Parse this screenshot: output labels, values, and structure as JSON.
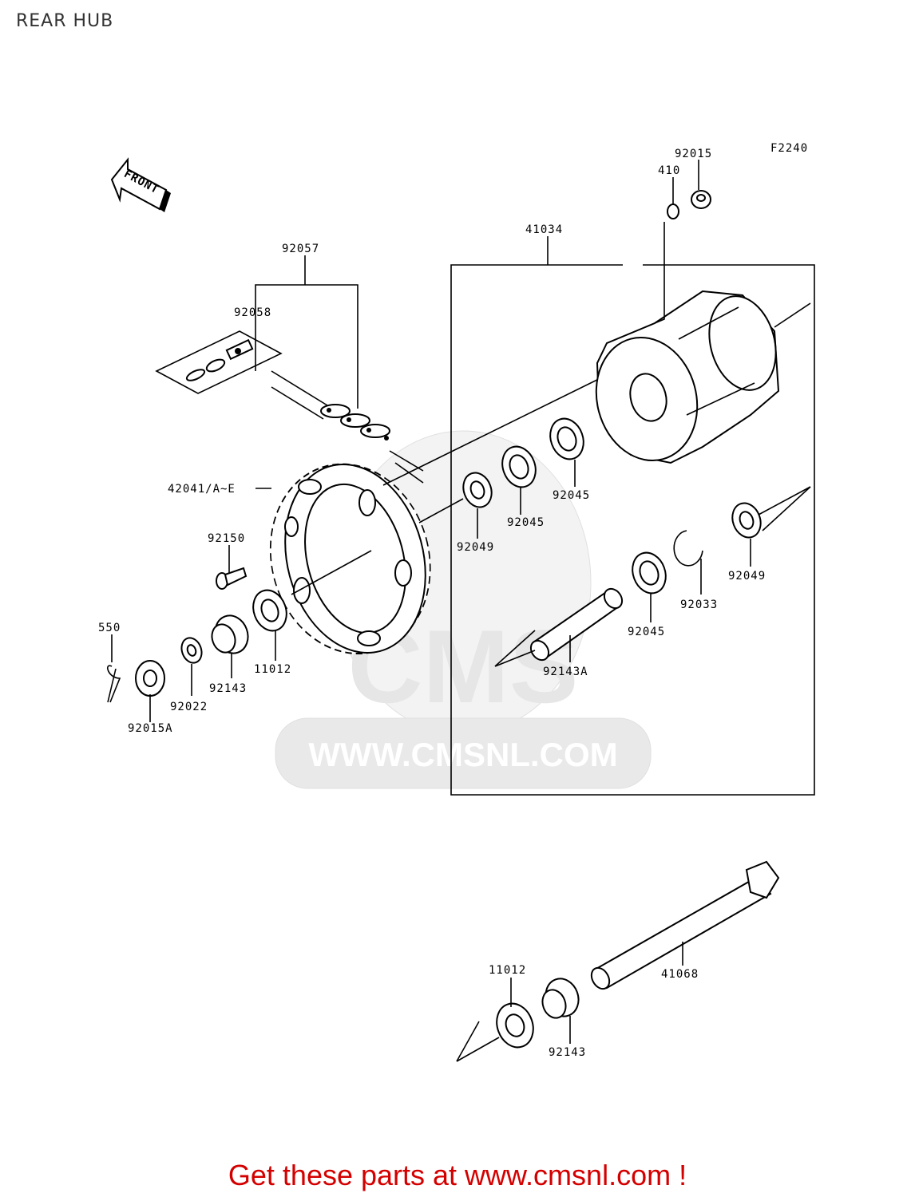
{
  "title": "REAR HUB",
  "figure_code": "F2240",
  "front_arrow_label": "FRONT",
  "watermark": {
    "logo_text": "CMS",
    "url_text": "WWW.CMSNL.COM"
  },
  "footer": "Get these parts at www.cmsnl.com !",
  "parts": {
    "p92015": "92015",
    "p410": "410",
    "p41034": "41034",
    "p92057": "92057",
    "p92058": "92058",
    "p42041": "42041/A~E",
    "p92150": "92150",
    "p550": "550",
    "p92015a": "92015A",
    "p92022": "92022",
    "p92143_left": "92143",
    "p11012_left": "11012",
    "p92049_left": "92049",
    "p92045_a": "92045",
    "p92045_b": "92045",
    "p92045_c": "92045",
    "p92049_right": "92049",
    "p92033": "92033",
    "p92143a": "92143A",
    "p11012_bottom": "11012",
    "p92143_bottom": "92143",
    "p41068": "41068"
  },
  "colors": {
    "footer": "#d40000",
    "watermark": "#e9e9e9",
    "lines": "#000000"
  }
}
